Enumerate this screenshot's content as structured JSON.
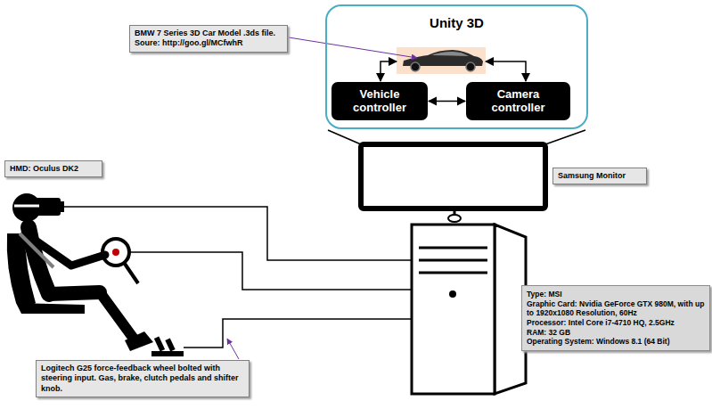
{
  "diagram": {
    "nodes": [
      {
        "text": [
          "BMW 7 Series 3D Car Model .3ds file. Soure: http://goo.gl/MCfwhR"
        ]
      },
      {
        "text": [
          "Unity 3D"
        ]
      },
      {
        "text": [
          "Vehicle controller"
        ],
        "in": 1
      },
      {
        "text": [
          "Camera controller"
        ],
        "in": 1
      },
      {
        "text": [
          "HMD: Oculus DK2"
        ]
      },
      {
        "text": [
          "Samsung Monitor"
        ]
      },
      {
        "text": [
          "Type: MSI",
          "Graphic Card: Nvidia GeForce GTX 980M, with up to 1920x1080 Resolution, 60Hz",
          "Processor: Intel Core i7-4710 HQ, 2.5GHz",
          "RAM: 32 GB",
          "Operating System: Windows 8.1 (64 Bit)"
        ]
      },
      {
        "text": [
          "Logitech G25 force-feedback wheel bolted with steering input. Gas, brake, clutch pedals and shifter knob."
        ]
      }
    ],
    "edges": [
      {
        "from": 2,
        "to": 3,
        "arrow": "both"
      }
    ]
  }
}
